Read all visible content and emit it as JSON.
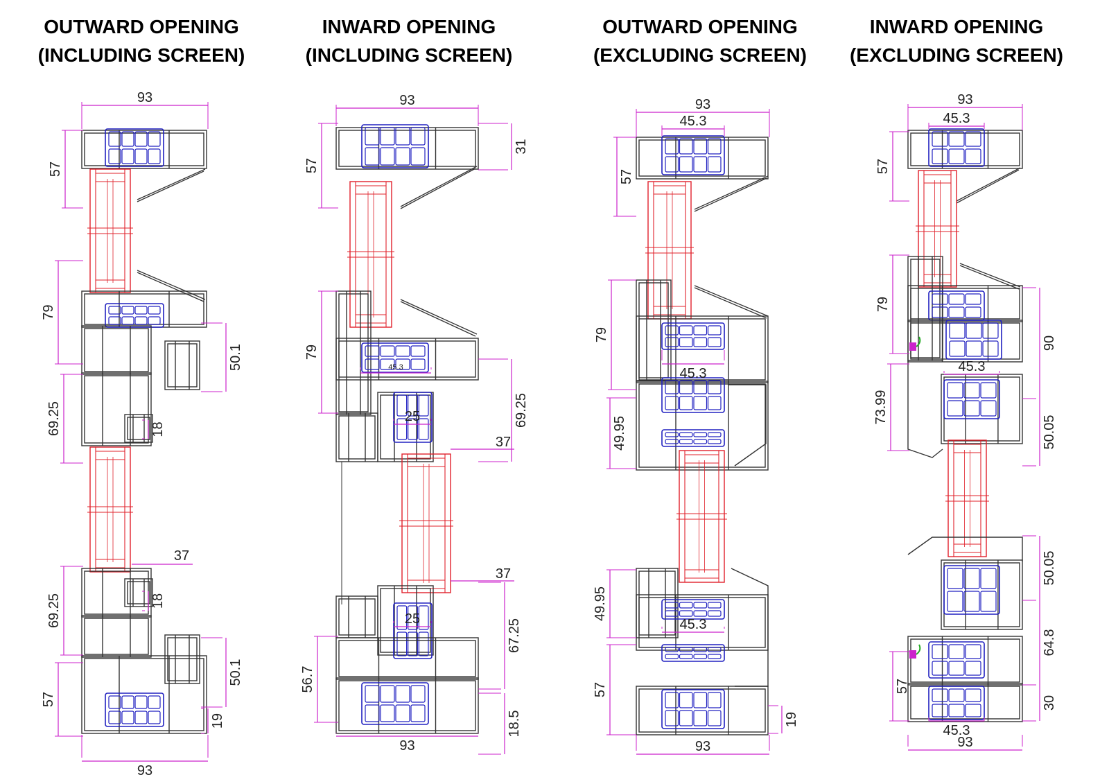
{
  "columns": [
    {
      "title_line1": "OUTWARD OPENING",
      "title_line2": "(INCLUDING SCREEN)",
      "dims": [
        "93",
        "57",
        "79",
        "50.1",
        "69.25",
        "18",
        "37",
        "69.25",
        "18",
        "50.1",
        "57",
        "19",
        "93"
      ]
    },
    {
      "title_line1": "INWARD OPENING",
      "title_line2": "(INCLUDING SCREEN)",
      "dims": [
        "93",
        "31",
        "57",
        "79",
        "45.3",
        "69.25",
        "25",
        "37",
        "37",
        "25",
        "67.25",
        "56.7",
        "93",
        "18.5"
      ]
    },
    {
      "title_line1": "OUTWARD OPENING",
      "title_line2": "(EXCLUDING SCREEN)",
      "dims": [
        "93",
        "45.3",
        "57",
        "79",
        "45.3",
        "49.95",
        "49.95",
        "45.3",
        "57",
        "19",
        "93"
      ]
    },
    {
      "title_line1": "INWARD OPENING",
      "title_line2": "(EXCLUDING SCREEN)",
      "dims": [
        "93",
        "45.3",
        "57",
        "79",
        "90",
        "45.3",
        "73.99",
        "50.05",
        "50.05",
        "64.8",
        "57",
        "30",
        "45.3",
        "93"
      ]
    }
  ],
  "colors": {
    "frame": "#333333",
    "glass": "#e0202a",
    "thermal_break": "#2020c0",
    "dimension": "#cc22cc",
    "seal": "#22aa22"
  }
}
